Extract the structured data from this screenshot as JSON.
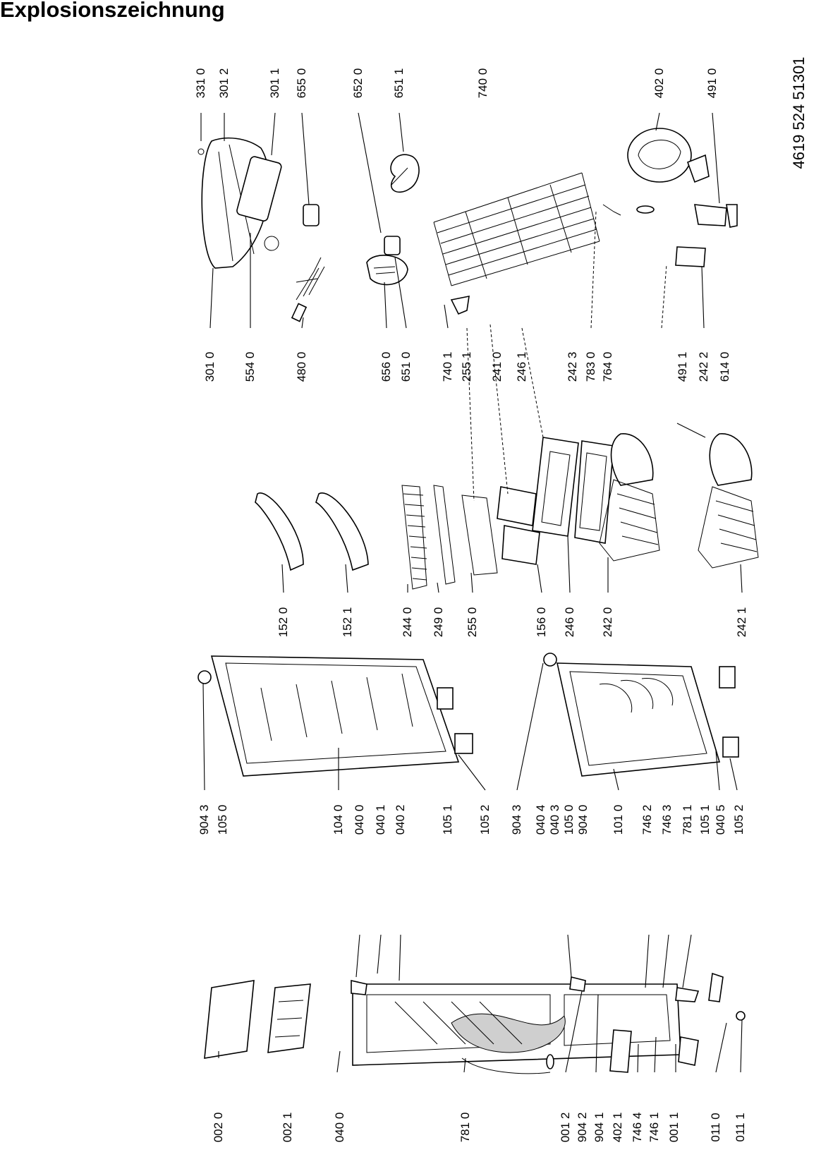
{
  "header": {
    "title": "Explosionszeichnung"
  },
  "document_number": "4619 524 51301",
  "labels": {
    "top": [
      "331 0",
      "301 2",
      "301 1",
      "655 0",
      "652 0",
      "651 1",
      "740 0",
      "402 0",
      "491 0"
    ],
    "upper_mid": [
      "301 0",
      "554 0",
      "480 0",
      "656 0",
      "651 0",
      "740 1",
      "255 1",
      "241 0",
      "246 1",
      "242 3",
      "783 0",
      "764 0",
      "491 1",
      "242 2",
      "614 0"
    ],
    "middle": [
      "152 0",
      "152 1",
      "244 0",
      "249 0",
      "255 0",
      "156 0",
      "246 0",
      "242 0",
      "242 1"
    ],
    "lower_mid": [
      "904 3",
      "105 0",
      "104 0",
      "040 0",
      "040 1",
      "040 2",
      "105 1",
      "105 2",
      "904 3",
      "040 4",
      "040 3",
      "105 0",
      "904 0",
      "101 0",
      "746 2",
      "746 3",
      "781 1",
      "105 1",
      "040 5",
      "105 2"
    ],
    "bottom": [
      "002 0",
      "002 1",
      "040 0",
      "781 0",
      "001 2",
      "904 2",
      "904 1",
      "402 1",
      "746 4",
      "746 1",
      "001 1",
      "011 0",
      "011 1"
    ]
  }
}
